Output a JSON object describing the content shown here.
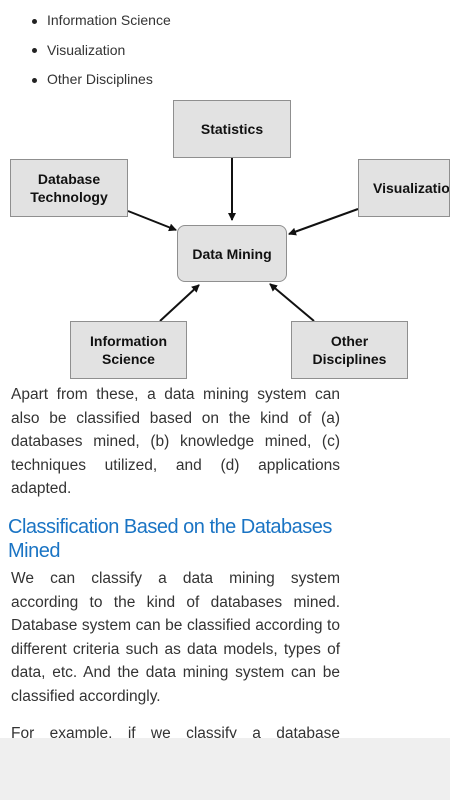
{
  "bullets": [
    "Information Science",
    "Visualization",
    "Other Disciplines"
  ],
  "diagram": {
    "statistics": "Statistics",
    "database_technology": "Database\nTechnology",
    "visualization": "Visualization",
    "data_mining": "Data Mining",
    "information_science": "Information\nScience",
    "other_disciplines": "Other\nDisciplines"
  },
  "paragraph1": "Apart from these, a data mining system can also be classified based on the kind of (a) databases mined, (b) knowledge mined, (c) techniques utilized, and (d) applications adapted.",
  "heading1": "Classification Based on the Databases Mined",
  "paragraph2": "We can classify a data mining system according to the kind of databases mined. Database system can be classified according to different criteria such as data models, types of data, etc. And the data mining system can be classified accordingly.",
  "paragraph3_partial": "For example, if we classify a database"
}
